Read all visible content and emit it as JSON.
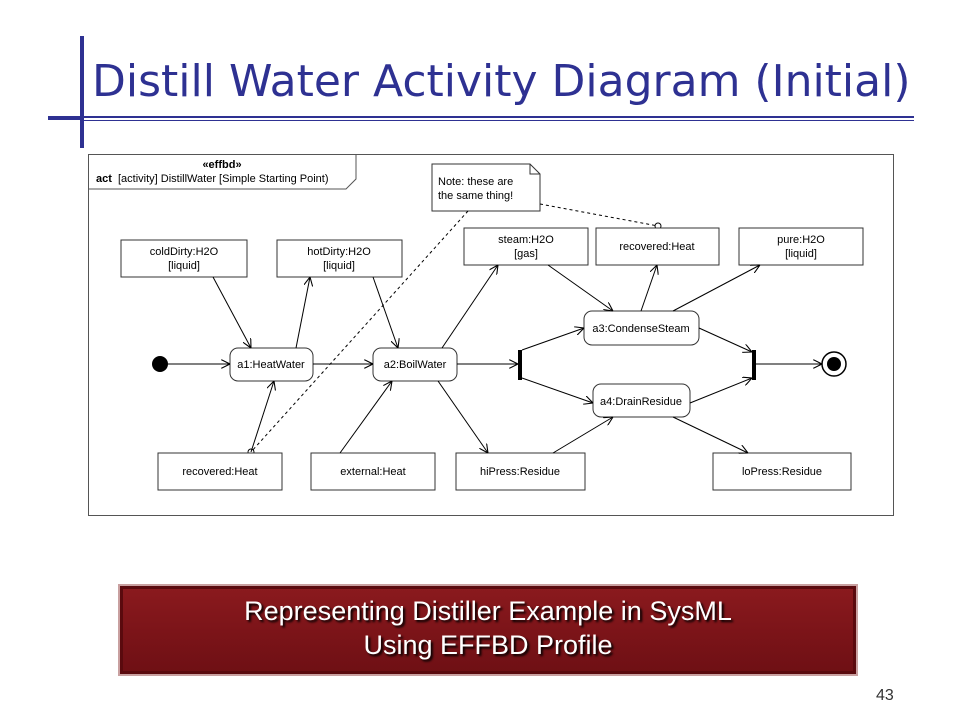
{
  "slide": {
    "title": "Distill Water Activity Diagram (Initial)",
    "page_number": "43",
    "caption_line1": "Representing Distiller Example in SysML",
    "caption_line2": "Using EFFBD Profile",
    "title_color": "#2e3192",
    "caption_color": "#7a1419"
  },
  "diagram": {
    "frame_stereotype": "«effbd»",
    "frame_keyword": "act",
    "frame_name": "[activity] DistillWater [Simple Starting Point)",
    "note_line1": "Note: these are",
    "note_line2": "the same thing!",
    "objects": {
      "coldDirty_line1": "coldDirty:H2O",
      "coldDirty_line2": "[liquid]",
      "hotDirty_line1": "hotDirty:H2O",
      "hotDirty_line2": "[liquid]",
      "steam_line1": "steam:H2O",
      "steam_line2": "[gas]",
      "recoveredTop": "recovered:Heat",
      "pure_line1": "pure:H2O",
      "pure_line2": "[liquid]",
      "recoveredBottom": "recovered:Heat",
      "external": "external:Heat",
      "hiPress": "hiPress:Residue",
      "loPress": "loPress:Residue"
    },
    "actions": {
      "a1": "a1:HeatWater",
      "a2": "a2:BoilWater",
      "a3": "a3:CondenseSteam",
      "a4": "a4:DrainResidue"
    }
  }
}
